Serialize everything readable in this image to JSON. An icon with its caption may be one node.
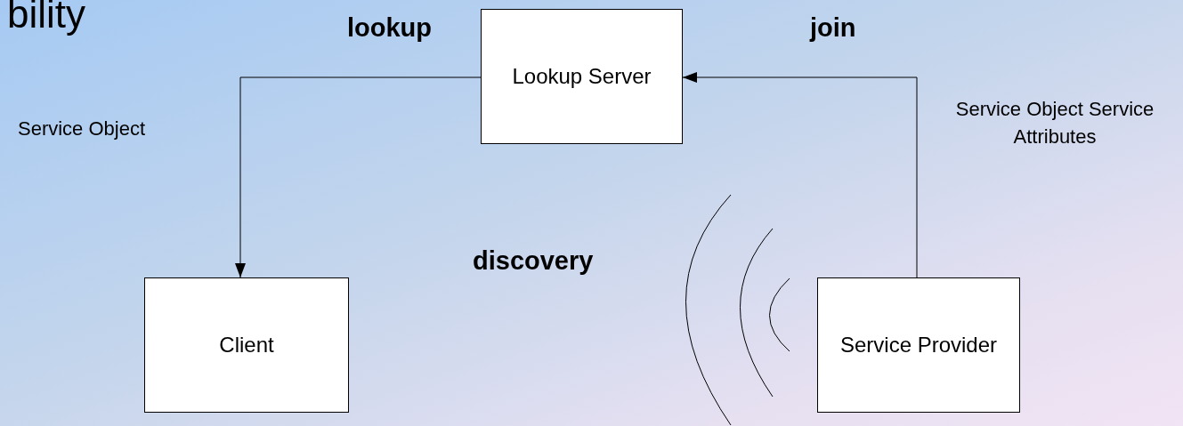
{
  "diagram": {
    "title": "bility",
    "nodes": [
      {
        "text": [
          "Lookup Server"
        ]
      },
      {
        "text": [
          "Client"
        ]
      },
      {
        "text": [
          "Service Provider"
        ]
      }
    ],
    "edges": [
      {
        "from": 0,
        "to": 1,
        "arrow": "to",
        "label": "lookup"
      },
      {
        "from": 2,
        "to": 0,
        "arrow": "to",
        "label": "join"
      }
    ],
    "labels": [
      "Service Object",
      "Service Object Service Attributes",
      "discovery"
    ]
  }
}
